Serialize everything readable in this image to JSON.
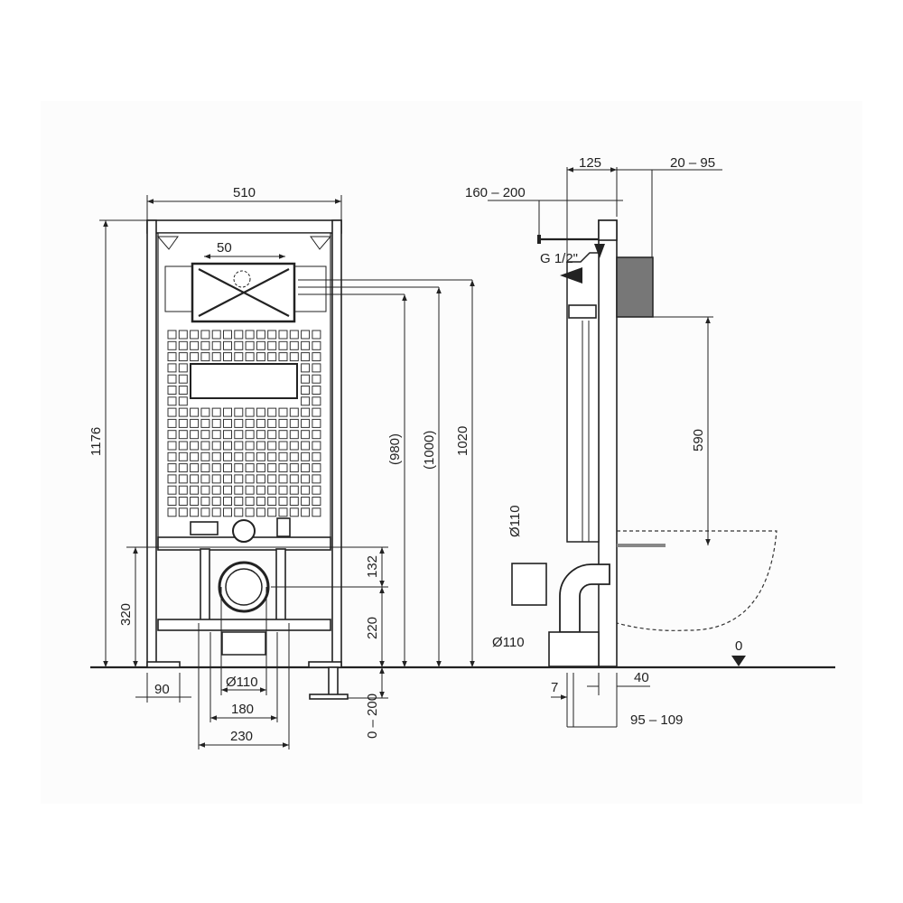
{
  "drawing": {
    "front_view": {
      "width_label": "510",
      "flush_offset_label": "50",
      "height_label": "1176",
      "height_980_label": "(980)",
      "height_1000_label": "(1000)",
      "height_1020_label": "1020",
      "dim_132_label": "132",
      "dim_320_label": "320",
      "dim_220_label": "220",
      "foot_label": "90",
      "drain_label": "Ø110",
      "dim_180_label": "180",
      "dim_230_label": "230",
      "leg_adjust_label": "0 – 200"
    },
    "side_view": {
      "dim_125_label": "125",
      "dim_20_95_label": "20 – 95",
      "dim_160_200_label": "160 – 200",
      "water_inlet_label": "G 1/2\"",
      "dim_590_label": "590",
      "pipe_upper_label": "Ø110",
      "pipe_lower_label": "Ø110",
      "floor_level_label": "0",
      "dim_7_label": "7",
      "dim_40_label": "40",
      "dim_95_109_label": "95 – 109"
    }
  }
}
